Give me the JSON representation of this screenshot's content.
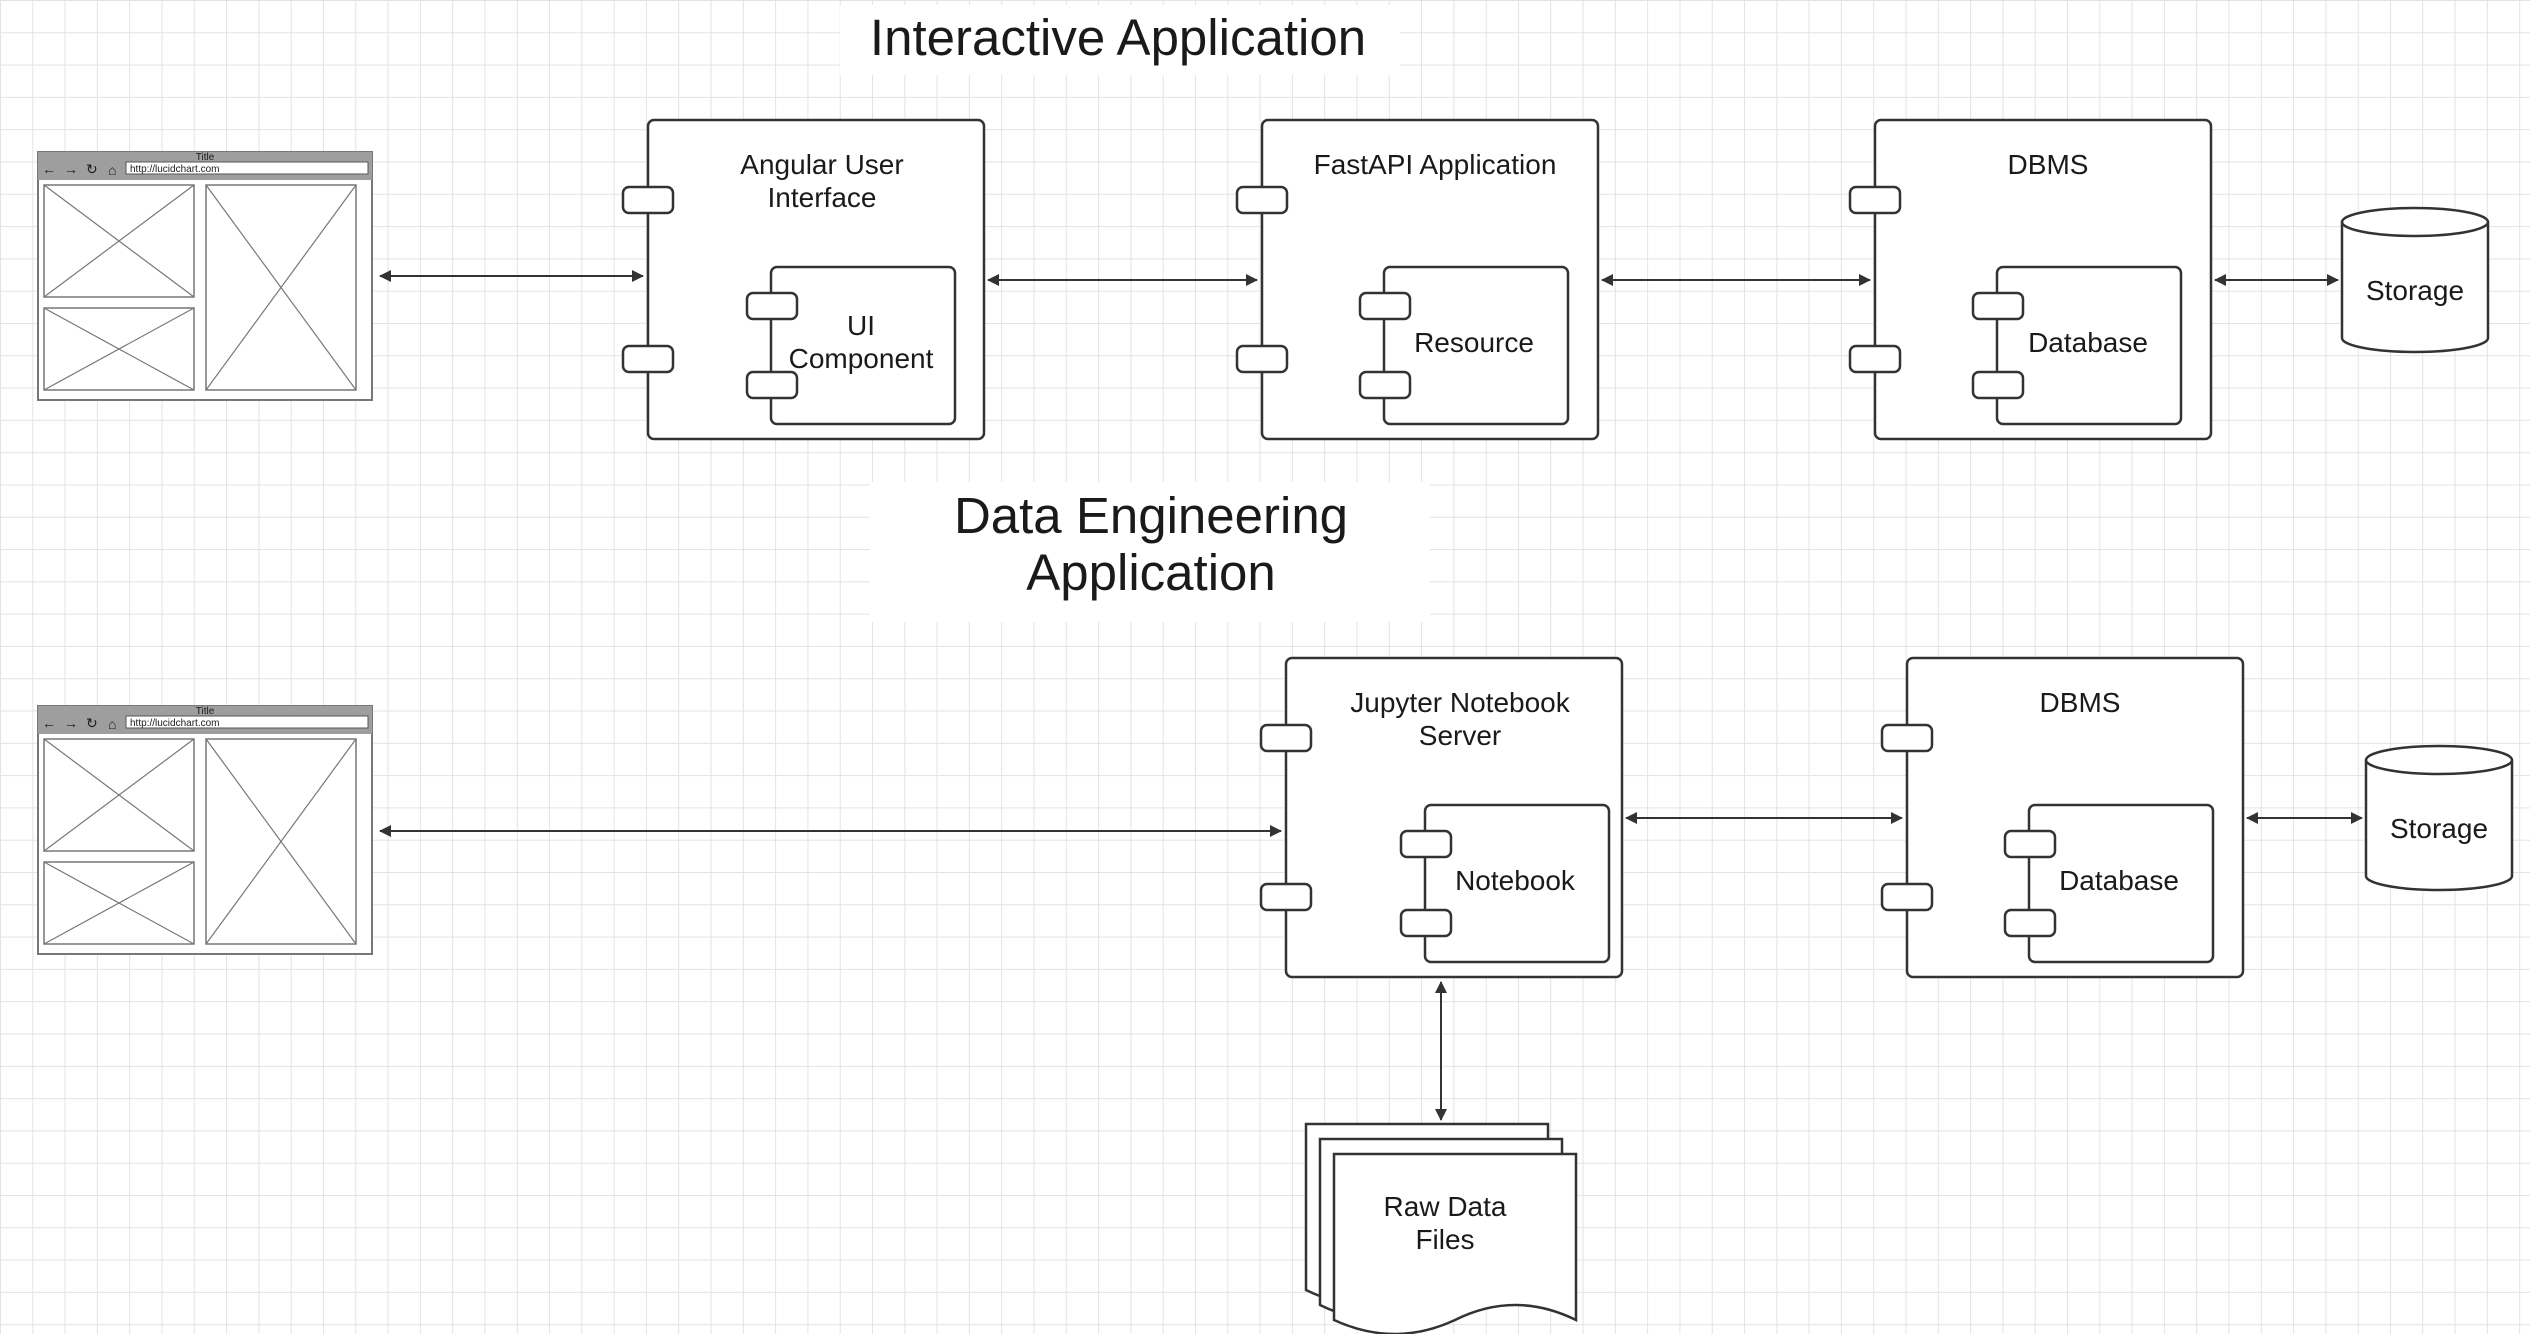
{
  "sections": {
    "interactive_title": "Interactive Application",
    "data_eng_title_line1": "Data Engineering",
    "data_eng_title_line2": "Application"
  },
  "wireframe": {
    "title": "Title",
    "url": "http://lucidchart.com"
  },
  "top_row": {
    "angular": {
      "title_line1": "Angular User",
      "title_line2": "Interface",
      "inner_line1": "UI",
      "inner_line2": "Component"
    },
    "fastapi": {
      "title": "FastAPI Application",
      "inner": "Resource"
    },
    "dbms": {
      "title": "DBMS",
      "inner": "Database"
    },
    "storage": "Storage"
  },
  "bottom_row": {
    "jupyter": {
      "title_line1": "Jupyter Notebook",
      "title_line2": "Server",
      "inner": "Notebook"
    },
    "dbms": {
      "title": "DBMS",
      "inner": "Database"
    },
    "storage": "Storage",
    "raw_files": {
      "line1": "Raw Data",
      "line2": "Files"
    }
  }
}
